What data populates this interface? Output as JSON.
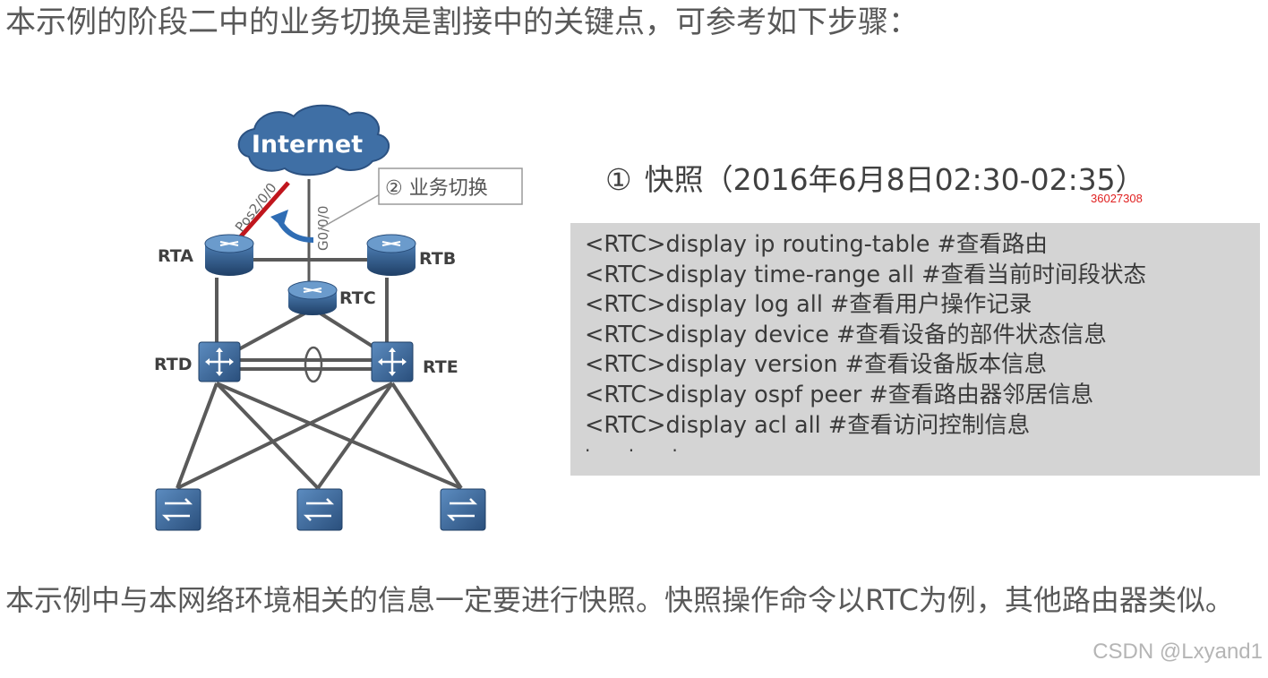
{
  "heading": "本示例的阶段二中的业务切换是割接中的关键点，可参考如下步骤：",
  "diagram": {
    "cloud_label": "Internet",
    "callout_label": "② 业务切换",
    "link_pos": "Pos2/0/0",
    "link_g": "G0/0/0",
    "routers": {
      "rta": "RTA",
      "rtb": "RTB",
      "rtc": "RTC",
      "rtd": "RTD",
      "rte": "RTE"
    },
    "colors": {
      "red_link": "#c0161d",
      "blue_arrow": "#2f6db4",
      "device_body": "#35618f"
    }
  },
  "step": {
    "number": "①",
    "title": "快照（2016年6月8日02:30-02:35）",
    "overlay_id": "36027308"
  },
  "commands": [
    "<RTC>display ip routing-table #查看路由",
    "<RTC>display time-range all #查看当前时间段状态",
    "<RTC>display log all #查看用户操作记录",
    "<RTC>display device #查看设备的部件状态信息",
    "<RTC>display version #查看设备版本信息",
    "<RTC>display ospf peer  #查看路由器邻居信息",
    "<RTC>display acl all #查看访问控制信息"
  ],
  "commands_more": "· · ·",
  "paragraph": "本示例中与本网络环境相关的信息一定要进行快照。快照操作命令以RTC为例，其他路由器类似。",
  "watermark": "CSDN @Lxyand1"
}
